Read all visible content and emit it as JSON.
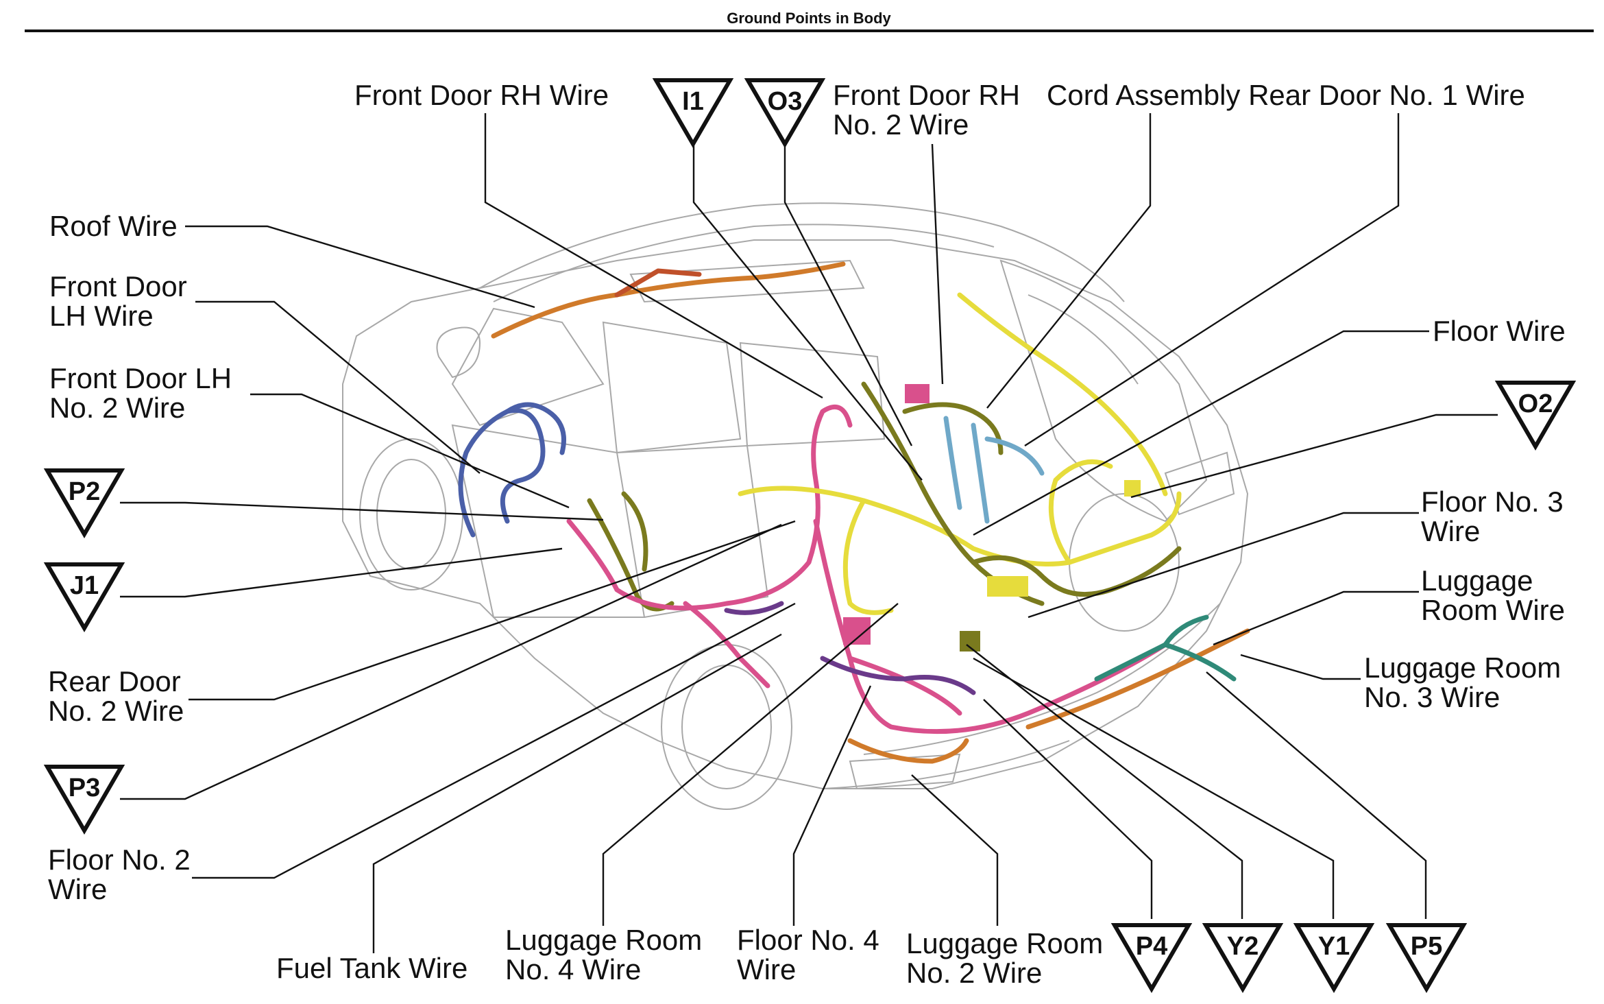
{
  "title": "Ground Points in Body",
  "colors": {
    "wire_pink": "#d9508c",
    "wire_yellow": "#e6dc3c",
    "wire_olive": "#7a7a1e",
    "wire_blue": "#4a5fa8",
    "wire_teal": "#2f8a78",
    "wire_orange": "#d07a2a",
    "wire_purple": "#6a3a8a",
    "wire_lightblue": "#6fa8c8",
    "outline": "#a8a8a8"
  },
  "labels": {
    "front_door_rh_wire": "Front Door RH Wire",
    "front_door_rh_no2_line1": "Front Door RH",
    "front_door_rh_no2_line2": "No. 2 Wire",
    "cord_assembly_rear_door": "Cord Assembly Rear Door No. 1 Wire",
    "roof_wire": "Roof Wire",
    "front_door_lh_line1": "Front Door",
    "front_door_lh_line2": "LH Wire",
    "front_door_lh_no2_line1": "Front Door LH",
    "front_door_lh_no2_line2": "No. 2 Wire",
    "floor_wire": "Floor Wire",
    "floor_no3_line1": "Floor No. 3",
    "floor_no3_line2": "Wire",
    "luggage_room_line1": "Luggage",
    "luggage_room_line2": "Room Wire",
    "luggage_room_no3_line1": "Luggage Room",
    "luggage_room_no3_line2": "No. 3 Wire",
    "rear_door_no2_line1": "Rear Door",
    "rear_door_no2_line2": "No. 2 Wire",
    "floor_no2_line1": "Floor No. 2",
    "floor_no2_line2": "Wire",
    "fuel_tank_wire": "Fuel Tank Wire",
    "luggage_room_no4_line1": "Luggage Room",
    "luggage_room_no4_line2": "No. 4 Wire",
    "floor_no4_line1": "Floor No. 4",
    "floor_no4_line2": "Wire",
    "luggage_room_no2_line1": "Luggage Room",
    "luggage_room_no2_line2": "No. 2 Wire"
  },
  "ground_points": {
    "i1": "I1",
    "o3": "O3",
    "o2": "O2",
    "p2": "P2",
    "j1": "J1",
    "p3": "P3",
    "p4": "P4",
    "y2": "Y2",
    "y1": "Y1",
    "p5": "P5"
  }
}
